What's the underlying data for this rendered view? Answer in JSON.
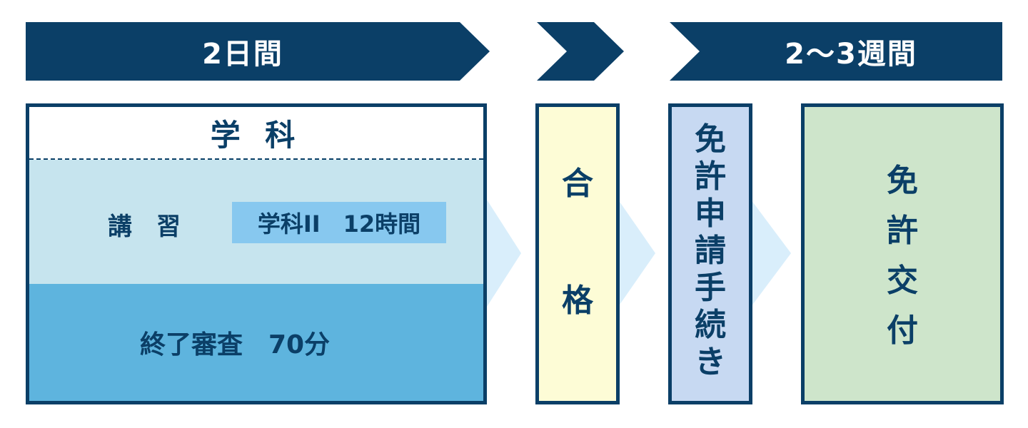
{
  "banners": {
    "left": "2日間",
    "right": "2～3週間"
  },
  "gakka": {
    "title": "学 科",
    "lecture_label": "講　習",
    "lecture_badge": "学科II　12時間",
    "exam": "終了審査　70分"
  },
  "steps": {
    "pass": [
      "合",
      "格"
    ],
    "apply": [
      "免",
      "許",
      "申",
      "請",
      "手",
      "続",
      "き"
    ],
    "issue": [
      "免",
      "許",
      "交",
      "付"
    ]
  },
  "colors": {
    "navy": "#0b3f67",
    "light_blue": "#c6e4ee",
    "mid_blue": "#5eb4de",
    "badge_blue": "#87c8ef",
    "chevron_blue": "#d9eefb",
    "pass_yellow": "#fdfcd6",
    "apply_blue": "#c7d9f2",
    "issue_green": "#cee5cb"
  }
}
